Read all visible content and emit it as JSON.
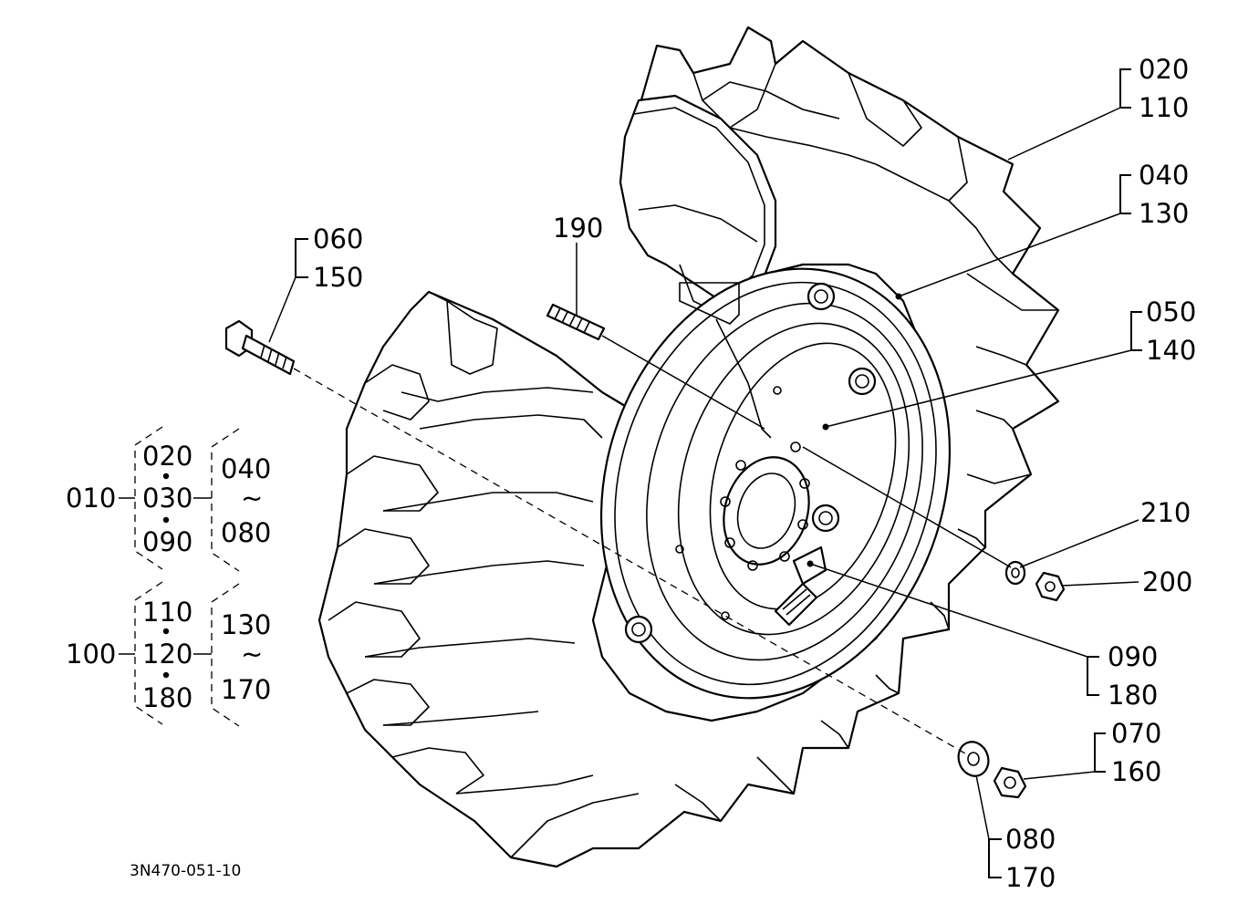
{
  "callouts": {
    "c020": "020",
    "c110": "110",
    "c040": "040",
    "c130": "130",
    "c050": "050",
    "c140": "140",
    "c060": "060",
    "c150": "150",
    "c190": "190",
    "c210": "210",
    "c200": "200",
    "c090": "090",
    "c180": "180",
    "c070": "070",
    "c160": "160",
    "c080": "080",
    "c170": "170"
  },
  "groups": {
    "g010": {
      "main": "010",
      "a": "020",
      "b": "030",
      "c": "090",
      "r1": "040",
      "r2": "080",
      "tilde": "~"
    },
    "g100": {
      "main": "100",
      "a": "110",
      "b": "120",
      "c": "180",
      "r1": "130",
      "r2": "170",
      "tilde": "~"
    }
  },
  "drawing_code": "3N470-051-10"
}
